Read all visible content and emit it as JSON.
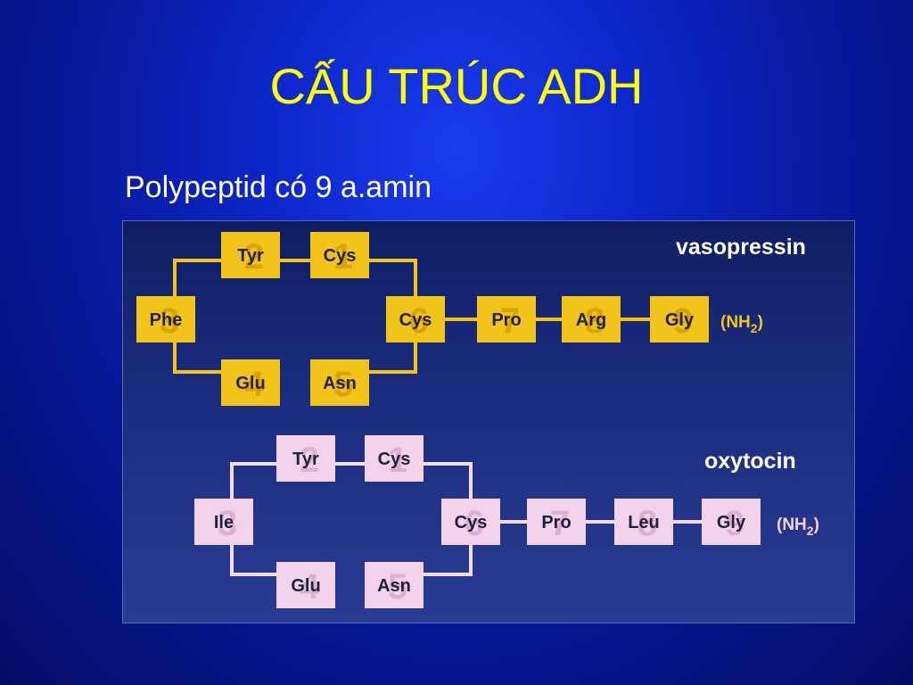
{
  "slide": {
    "title": "CẤU TRÚC ADH",
    "subtitle": "Polypeptid có 9 a.amin"
  },
  "diagram": {
    "vasopressin": {
      "name": "vasopressin",
      "terminal_label": "(NH",
      "terminal_sub": "2",
      "terminal_close": ")",
      "box_color": "#f2c318",
      "num_color": "#d9a400",
      "line_color": "#f2c318",
      "terminal_color": "#f2c318",
      "residues": [
        {
          "label": "Tyr",
          "number": "2"
        },
        {
          "label": "Cys",
          "number": "1"
        },
        {
          "label": "Phe",
          "number": "3"
        },
        {
          "label": "Cys",
          "number": "6"
        },
        {
          "label": "Pro",
          "number": "7"
        },
        {
          "label": "Arg",
          "number": "8"
        },
        {
          "label": "Gly",
          "number": "9"
        },
        {
          "label": "Glu",
          "number": "4"
        },
        {
          "label": "Asn",
          "number": "5"
        }
      ]
    },
    "oxytocin": {
      "name": "oxytocin",
      "terminal_label": "(NH",
      "terminal_sub": "2",
      "terminal_close": ")",
      "box_color": "#f3d2ec",
      "num_color": "#ddb0d2",
      "line_color": "#f2ddef",
      "terminal_color": "#f3d2ec",
      "residues": [
        {
          "label": "Tyr",
          "number": "2"
        },
        {
          "label": "Cys",
          "number": "1"
        },
        {
          "label": "Ile",
          "number": "3"
        },
        {
          "label": "Cys",
          "number": "6"
        },
        {
          "label": "Pro",
          "number": "7"
        },
        {
          "label": "Leu",
          "number": "8"
        },
        {
          "label": "Gly",
          "number": "9"
        },
        {
          "label": "Glu",
          "number": "4"
        },
        {
          "label": "Asn",
          "number": "5"
        }
      ]
    }
  }
}
